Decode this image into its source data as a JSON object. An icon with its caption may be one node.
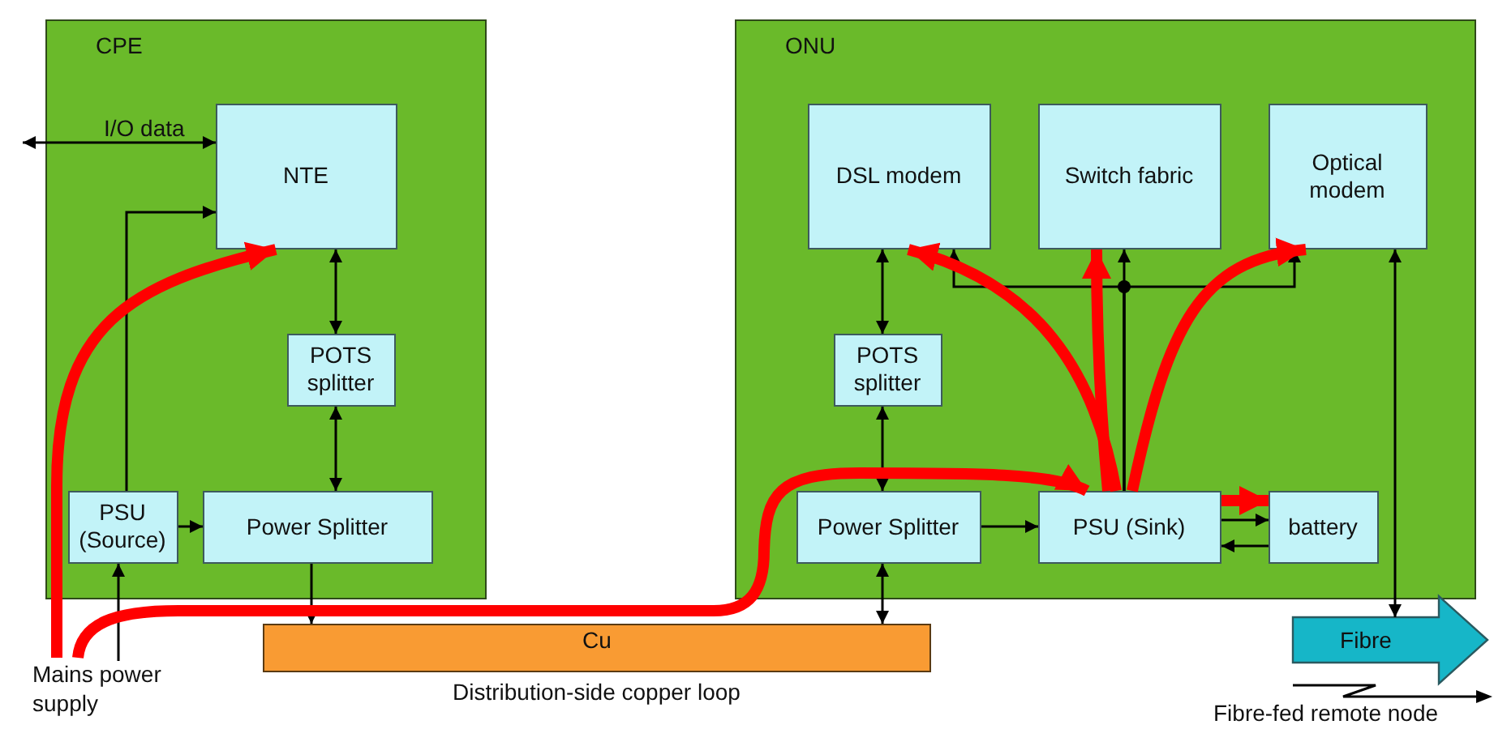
{
  "diagram": {
    "nodes": [
      {
        "text": [
          "CPE"
        ]
      },
      {
        "text": [
          "NTE"
        ],
        "in": 0
      },
      {
        "text": [
          "POTS splitter"
        ],
        "in": 0
      },
      {
        "text": [
          "PSU (Source)"
        ],
        "in": 0
      },
      {
        "text": [
          "Power Splitter"
        ],
        "in": 0
      },
      {
        "text": [
          "ONU"
        ]
      },
      {
        "text": [
          "DSL modem"
        ],
        "in": 5
      },
      {
        "text": [
          "Switch fabric"
        ],
        "in": 5
      },
      {
        "text": [
          "Optical modem"
        ],
        "in": 5
      },
      {
        "text": [
          "POTS splitter"
        ],
        "in": 5
      },
      {
        "text": [
          "Power Splitter"
        ],
        "in": 5
      },
      {
        "text": [
          "PSU (Sink)"
        ],
        "in": 5
      },
      {
        "text": [
          "battery"
        ],
        "in": 5
      },
      {
        "text": [
          "Mains power supply"
        ]
      },
      {
        "text": [
          "Cu"
        ],
        "beside": [
          "Distribution-side copper loop"
        ]
      },
      {
        "text": [
          "Fibre"
        ]
      }
    ],
    "edges": [
      {
        "from": null,
        "to": 1,
        "arrow": "both",
        "label": "I/O data"
      },
      {
        "from": 3,
        "to": 1,
        "arrow": "to"
      },
      {
        "from": 1,
        "to": 2,
        "arrow": "both"
      },
      {
        "from": 2,
        "to": 4,
        "arrow": "both"
      },
      {
        "from": 3,
        "to": 4,
        "arrow": "to"
      },
      {
        "from": 13,
        "to": 3,
        "arrow": "to"
      },
      {
        "from": 4,
        "to": 14,
        "arrow": "to"
      },
      {
        "from": 6,
        "to": 9,
        "arrow": "both"
      },
      {
        "from": 9,
        "to": 10,
        "arrow": "both"
      },
      {
        "from": 10,
        "to": 14,
        "arrow": "both"
      },
      {
        "from": 10,
        "to": 11,
        "arrow": "to"
      },
      {
        "from": 11,
        "to": 6,
        "arrow": "to"
      },
      {
        "from": 11,
        "to": 7,
        "arrow": "to"
      },
      {
        "from": 11,
        "to": 8,
        "arrow": "to"
      },
      {
        "from": 11,
        "to": 12,
        "arrow": "to"
      },
      {
        "from": 12,
        "to": 11,
        "arrow": "to"
      },
      {
        "from": 8,
        "to": 15,
        "arrow": "both"
      },
      {
        "from": 13,
        "to": 1,
        "arrow": "to",
        "style": "thick",
        "color": "#ff0000"
      },
      {
        "from": 13,
        "to": 11,
        "arrow": "to",
        "style": "thick",
        "color": "#ff0000"
      },
      {
        "from": 11,
        "to": 6,
        "arrow": "to",
        "style": "thick",
        "color": "#ff0000"
      },
      {
        "from": 11,
        "to": 7,
        "arrow": "to",
        "style": "thick",
        "color": "#ff0000"
      },
      {
        "from": 11,
        "to": 8,
        "arrow": "to",
        "style": "thick",
        "color": "#ff0000"
      },
      {
        "from": 11,
        "to": 12,
        "arrow": "to",
        "style": "thick",
        "color": "#ff0000"
      }
    ],
    "labels": [
      "Fibre-fed remote node"
    ]
  }
}
